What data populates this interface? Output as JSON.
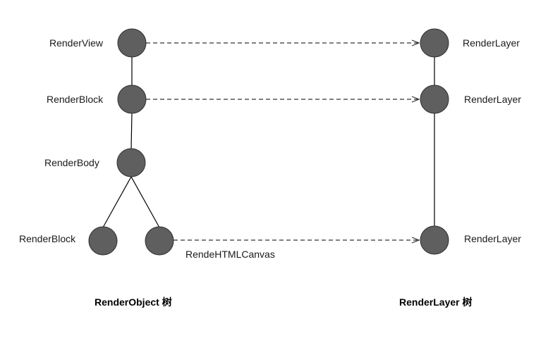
{
  "render_object_tree": {
    "caption": "RenderObject 树",
    "nodes": {
      "render_view": "RenderView",
      "render_block_top": "RenderBlock",
      "render_body": "RenderBody",
      "render_block_child": "RenderBlock",
      "render_html_canvas": "RendeHTMLCanvas"
    }
  },
  "render_layer_tree": {
    "caption": "RenderLayer 树",
    "nodes": {
      "layer_top": "RenderLayer",
      "layer_middle": "RenderLayer",
      "layer_bottom": "RenderLayer"
    }
  },
  "colors": {
    "node_fill": "#5f5f5f",
    "node_stroke": "#2f2f2f",
    "edge": "#000000"
  }
}
